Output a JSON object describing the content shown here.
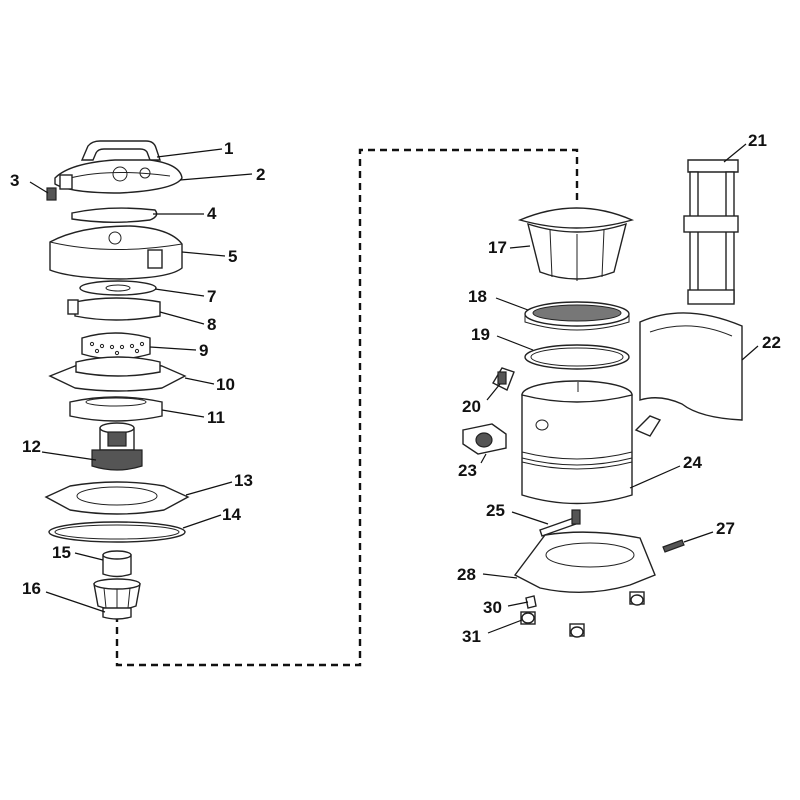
{
  "diagram": {
    "callouts": [
      {
        "id": "1",
        "label": "1"
      },
      {
        "id": "2",
        "label": "2"
      },
      {
        "id": "3",
        "label": "3"
      },
      {
        "id": "4",
        "label": "4"
      },
      {
        "id": "5",
        "label": "5"
      },
      {
        "id": "7",
        "label": "7"
      },
      {
        "id": "8",
        "label": "8"
      },
      {
        "id": "9",
        "label": "9"
      },
      {
        "id": "10",
        "label": "10"
      },
      {
        "id": "11",
        "label": "11"
      },
      {
        "id": "12",
        "label": "12"
      },
      {
        "id": "13",
        "label": "13"
      },
      {
        "id": "14",
        "label": "14"
      },
      {
        "id": "15",
        "label": "15"
      },
      {
        "id": "16",
        "label": "16"
      },
      {
        "id": "17",
        "label": "17"
      },
      {
        "id": "18",
        "label": "18"
      },
      {
        "id": "19",
        "label": "19"
      },
      {
        "id": "20",
        "label": "20"
      },
      {
        "id": "21",
        "label": "21"
      },
      {
        "id": "22",
        "label": "22"
      },
      {
        "id": "23",
        "label": "23"
      },
      {
        "id": "24",
        "label": "24"
      },
      {
        "id": "25",
        "label": "25"
      },
      {
        "id": "27",
        "label": "27"
      },
      {
        "id": "28",
        "label": "28"
      },
      {
        "id": "30",
        "label": "30"
      },
      {
        "id": "31",
        "label": "31"
      }
    ]
  }
}
